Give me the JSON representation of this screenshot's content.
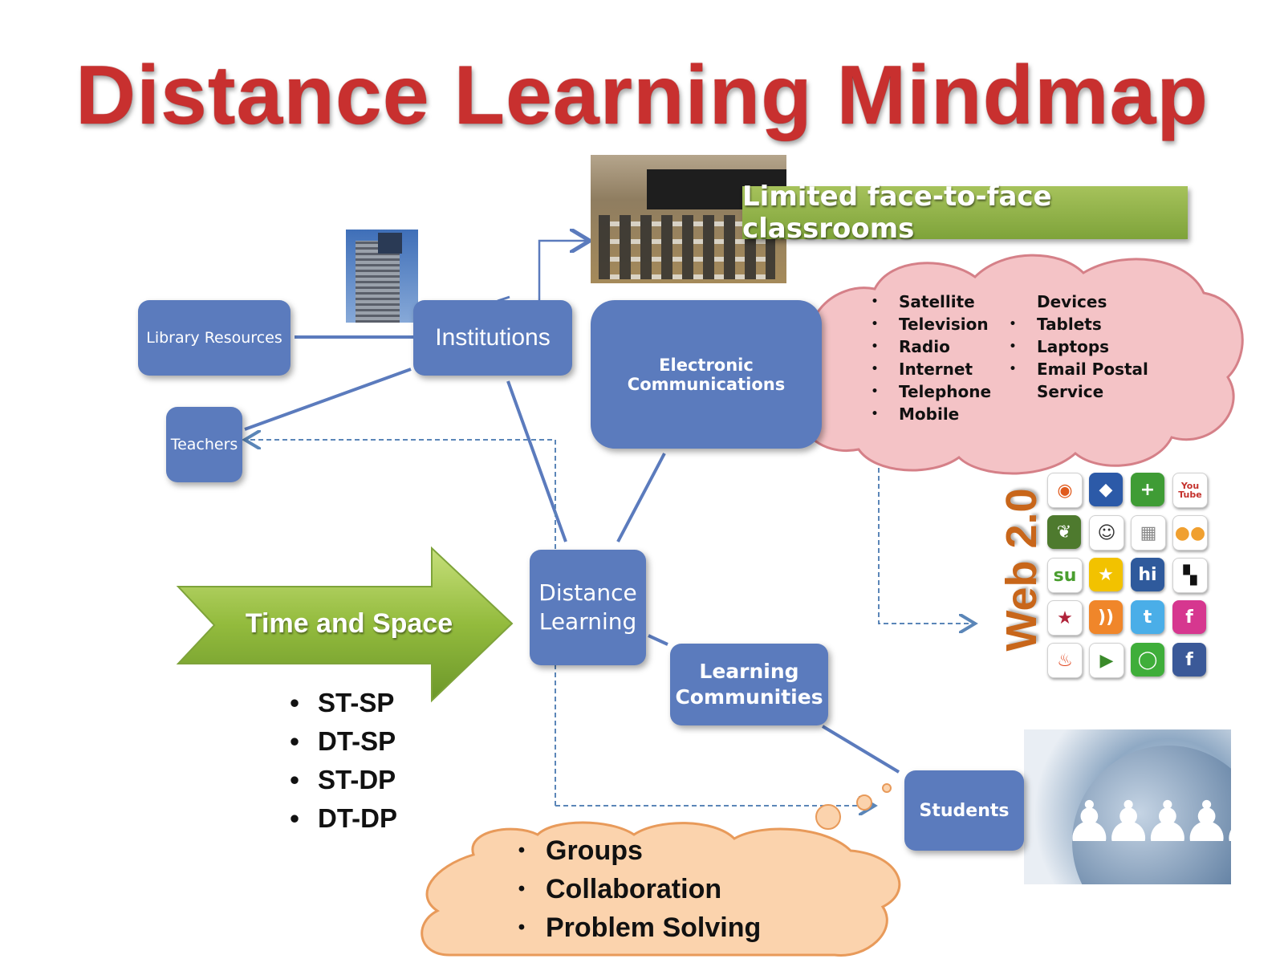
{
  "title": "Distance Learning Mindmap",
  "nodes": {
    "institutions": "Institutions",
    "library": "Library Resources",
    "teachers": "Teachers",
    "electronic": "Electronic Communications",
    "distance": "Distance Learning",
    "communities": "Learning Communities",
    "students": "Students"
  },
  "banner": "Limited face-to-face classrooms",
  "arrow_label": "Time and Space",
  "time_space_items": [
    "ST-SP",
    "DT-SP",
    "ST-DP",
    "DT-DP"
  ],
  "electronic_cloud": {
    "left": [
      "Satellite",
      "Television",
      "Radio",
      "Internet",
      "Telephone",
      "Mobile"
    ],
    "right_heading": "Devices",
    "right": [
      "Tablets",
      "Laptops",
      "Email Postal",
      "Service"
    ]
  },
  "community_cloud": [
    "Groups",
    "Collaboration",
    "Problem Solving"
  ],
  "web20_label": "Web 2.0",
  "web20_icons": [
    {
      "name": "mixx-icon",
      "color": "#ffffff",
      "fg": "#e05a1c",
      "glyph": "◉"
    },
    {
      "name": "myspace-icon",
      "color": "#2c5aa8",
      "fg": "#ffffff",
      "glyph": "◆"
    },
    {
      "name": "google-plus-icon",
      "color": "#3f9c35",
      "fg": "#ffffff",
      "glyph": "+"
    },
    {
      "name": "youtube-icon",
      "color": "#ffffff",
      "fg": "#c4302b",
      "glyph": "You\nTube"
    },
    {
      "name": "netvibes-icon",
      "color": "#4e7a2e",
      "fg": "#ffffff",
      "glyph": "❦"
    },
    {
      "name": "reddit-icon",
      "color": "#ffffff",
      "fg": "#333333",
      "glyph": "☺"
    },
    {
      "name": "sharing-icon",
      "color": "#ffffff",
      "fg": "#888888",
      "glyph": "▦"
    },
    {
      "name": "flickr-icon",
      "color": "#ffffff",
      "fg": "#f0a030",
      "glyph": "●●"
    },
    {
      "name": "stumbleupon-icon",
      "color": "#ffffff",
      "fg": "#4a9e2f",
      "glyph": "su"
    },
    {
      "name": "favorites-icon",
      "color": "#f2c200",
      "fg": "#ffffff",
      "glyph": "★"
    },
    {
      "name": "hi5-icon",
      "color": "#2f5a9c",
      "fg": "#ffffff",
      "glyph": "hi"
    },
    {
      "name": "delicious-icon",
      "color": "#ffffff",
      "fg": "#111111",
      "glyph": "▚"
    },
    {
      "name": "star-icon",
      "color": "#ffffff",
      "fg": "#b0233a",
      "glyph": "★"
    },
    {
      "name": "rss-icon",
      "color": "#f0862a",
      "fg": "#ffffff",
      "glyph": "))"
    },
    {
      "name": "twitter-icon",
      "color": "#4aaee8",
      "fg": "#ffffff",
      "glyph": "t"
    },
    {
      "name": "facebook-pink-icon",
      "color": "#d6378f",
      "fg": "#ffffff",
      "glyph": "f"
    },
    {
      "name": "fire-icon",
      "color": "#ffffff",
      "fg": "#e0421a",
      "glyph": "♨"
    },
    {
      "name": "play-icon",
      "color": "#ffffff",
      "fg": "#3a8a2a",
      "glyph": "▶"
    },
    {
      "name": "chat-icon",
      "color": "#3fae3a",
      "fg": "#ffffff",
      "glyph": "◯"
    },
    {
      "name": "facebook-icon",
      "color": "#3b5998",
      "fg": "#ffffff",
      "glyph": "f"
    }
  ]
}
